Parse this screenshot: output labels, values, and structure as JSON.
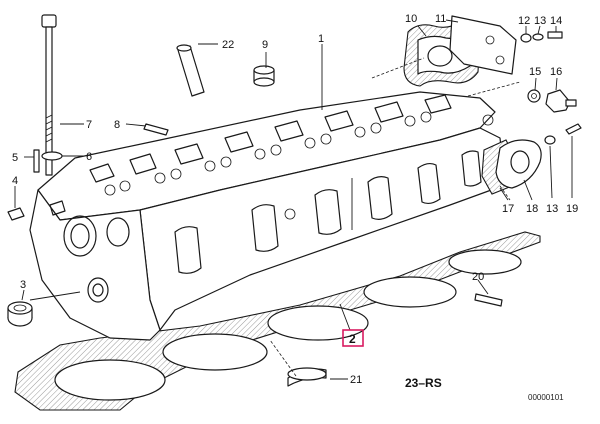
{
  "parts": {
    "p1": "1",
    "p2": "2",
    "p3": "3",
    "p4": "4",
    "p5": "5",
    "p6": "6",
    "p7": "7",
    "p8": "8",
    "p9": "9",
    "p10": "10",
    "p11": "11",
    "p12": "12",
    "p13a": "13",
    "p13b": "13",
    "p14": "14",
    "p15": "15",
    "p16": "16",
    "p17": "17",
    "p18": "18",
    "p19": "19",
    "p20": "20",
    "p21": "21",
    "p22": "22"
  },
  "diagram_code": "23–RS",
  "image_number": "00000101",
  "highlight_color": "#d81b60"
}
